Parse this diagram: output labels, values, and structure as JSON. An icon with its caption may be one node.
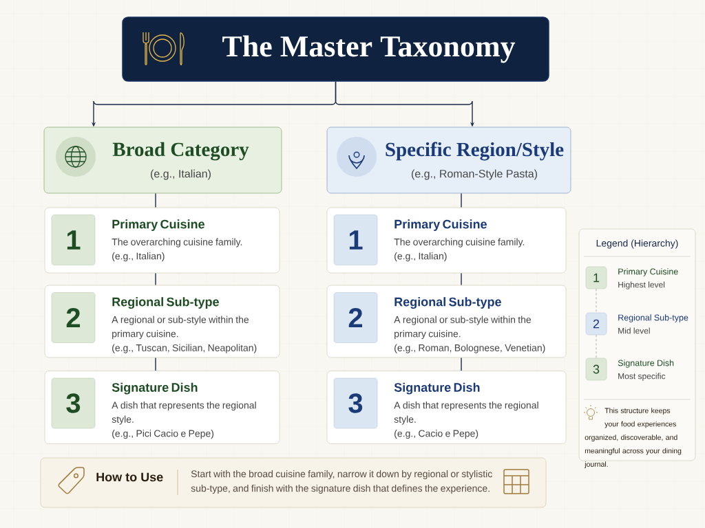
{
  "diagram": {
    "nodes": [
      {
        "text": [
          "The Master Taxonomy"
        ]
      },
      {
        "text": [
          "Broad Category",
          "(e.g., Italian)"
        ]
      },
      {
        "text": [
          "Specific Region/Style",
          "(e.g., Roman-Style Pasta)"
        ]
      },
      {
        "text": [
          "Primary Cuisine",
          "The overarching cuisine family.",
          "(e.g., Italian)"
        ]
      },
      {
        "text": [
          "1"
        ],
        "in": 3
      },
      {
        "text": [
          "Primary Cuisine",
          "The overarching cuisine family.",
          "(e.g., Italian)"
        ]
      },
      {
        "text": [
          "1"
        ],
        "in": 5
      },
      {
        "text": [
          "Regional Sub-type",
          "A regional or sub-style within the primary cuisine.",
          "(e.g., Tuscan, Sicilian, Neapolitan)"
        ]
      },
      {
        "text": [
          "2"
        ],
        "in": 7
      },
      {
        "text": [
          "Regional Sub-type",
          "A regional or sub-style within the primary cuisine.",
          "(e.g., Roman, Bolognese, Venetian)"
        ]
      },
      {
        "text": [
          "2"
        ],
        "in": 9
      },
      {
        "text": [
          "Signature Dish",
          "A dish that represents the regional style.",
          "(e.g., Pici Cacio e Pepe)"
        ]
      },
      {
        "text": [
          "3"
        ],
        "in": 11
      },
      {
        "text": [
          "Signature Dish",
          "A dish that represents the regional style.",
          "(e.g., Cacio e Pepe)"
        ]
      },
      {
        "text": [
          "3"
        ],
        "in": 13
      },
      {
        "text": [
          "Legend (Hierarchy)",
          "This structure keeps your food experiences organized, discoverable, and meaningful across your dining journal."
        ]
      },
      {
        "text": [
          "1"
        ],
        "in": 15,
        "beside": [
          "Primary Cuisine",
          "Highest level"
        ]
      },
      {
        "text": [
          "2"
        ],
        "in": 15,
        "beside": [
          "Regional Sub-type",
          "Mid level"
        ]
      },
      {
        "text": [
          "3"
        ],
        "in": 15,
        "beside": [
          "Signature Dish",
          "Most specific"
        ]
      },
      {
        "text": [
          "How to Use",
          "Start with the broad cuisine family, narrow it down by regional or stylistic sub-type, and finish with the signature dish that defines the experience."
        ]
      }
    ],
    "edges": [
      {
        "from": 0,
        "to": 1,
        "arrow": "to"
      },
      {
        "from": 0,
        "to": 2,
        "arrow": "to"
      },
      {
        "from": 1,
        "to": 3,
        "arrow": "none"
      },
      {
        "from": 3,
        "to": 7,
        "arrow": "none"
      },
      {
        "from": 7,
        "to": 11,
        "arrow": "none"
      },
      {
        "from": 2,
        "to": 5,
        "arrow": "none"
      },
      {
        "from": 5,
        "to": 9,
        "arrow": "none"
      },
      {
        "from": 9,
        "to": 13,
        "arrow": "none"
      },
      {
        "from": 16,
        "to": 17,
        "arrow": "none",
        "style": "dashed",
        "color": "#9a9a9a"
      },
      {
        "from": 17,
        "to": 18,
        "arrow": "none",
        "style": "dashed",
        "color": "#9a9a9a"
      }
    ]
  }
}
